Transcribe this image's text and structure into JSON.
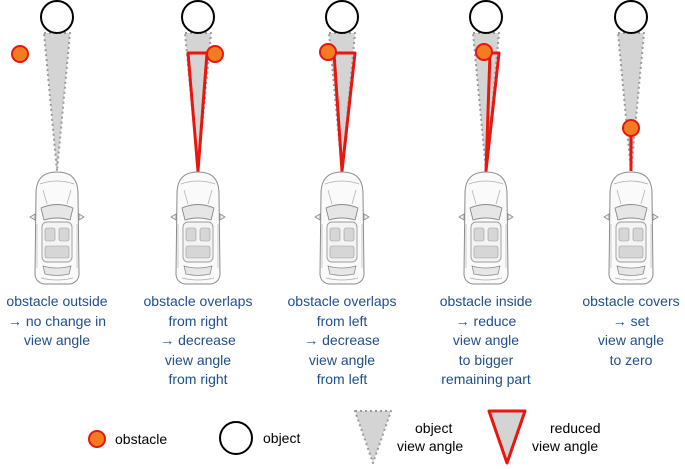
{
  "colors": {
    "obstacle_fill": "#f47c20",
    "obstacle_stroke": "#e8160e",
    "object_stroke": "#000000",
    "view_angle_fill": "#d4d4d4",
    "view_angle_stroke": "#9a9a9a",
    "reduced_stroke": "#e8160e",
    "caption_text": "#1f4e8c"
  },
  "scenarios": [
    {
      "id": "outside",
      "lines": [
        "obstacle outside",
        "→ no change in",
        "view angle"
      ]
    },
    {
      "id": "overlap-right",
      "lines": [
        "obstacle overlaps",
        "from right",
        "→ decrease",
        "view angle",
        "from right"
      ]
    },
    {
      "id": "overlap-left",
      "lines": [
        "obstacle overlaps",
        "from left",
        "→ decrease",
        "view angle",
        "from left"
      ]
    },
    {
      "id": "inside",
      "lines": [
        "obstacle inside",
        "→ reduce",
        "view angle",
        "to bigger",
        "remaining part"
      ]
    },
    {
      "id": "covers",
      "lines": [
        "obstacle covers",
        "→ set",
        "view angle",
        "to zero"
      ]
    }
  ],
  "legend": {
    "obstacle": "obstacle",
    "object": "object",
    "object_view_angle": [
      "object",
      "view angle"
    ],
    "reduced_view_angle": [
      "reduced",
      "view angle"
    ]
  }
}
